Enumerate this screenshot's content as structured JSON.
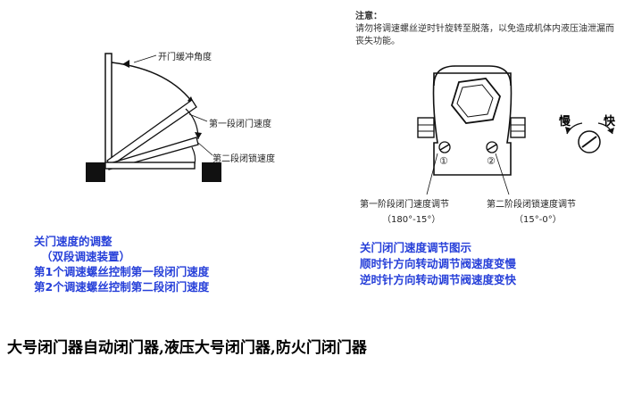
{
  "left_diagram": {
    "label_open_buffer": "开门缓冲角度",
    "label_stage1": "第一段闭门速度",
    "label_stage2": "第二段闭锁速度"
  },
  "left_text": {
    "line1": "关门速度的调整",
    "line2": "（双段调速装置）",
    "line3": "第1个调速螺丝控制第一段闭门速度",
    "line4": "第2个调速螺丝控制第二段闭门速度"
  },
  "note": {
    "title": "注意：",
    "body": "请勿将调速螺丝逆时针旋转至脱落，以免造成机体内液压油泄漏而丧失功能。"
  },
  "right_diagram": {
    "marker1": "①",
    "marker2": "②",
    "slow": "慢",
    "fast": "快",
    "valve1_label": "第一阶段闭门速度调节",
    "valve1_range": "（180°-15°）",
    "valve2_label": "第二阶段闭锁速度调节",
    "valve2_range": "（15°-0°）"
  },
  "right_text": {
    "line1": "关门闭门速度调节图示",
    "line2": "顺时针方向转动调节阀速度变慢",
    "line3": "逆时针方向转动调节阀速度变快"
  },
  "caption": "大号闭门器自动闭门器,液压大号闭门器,防火门闭门器"
}
